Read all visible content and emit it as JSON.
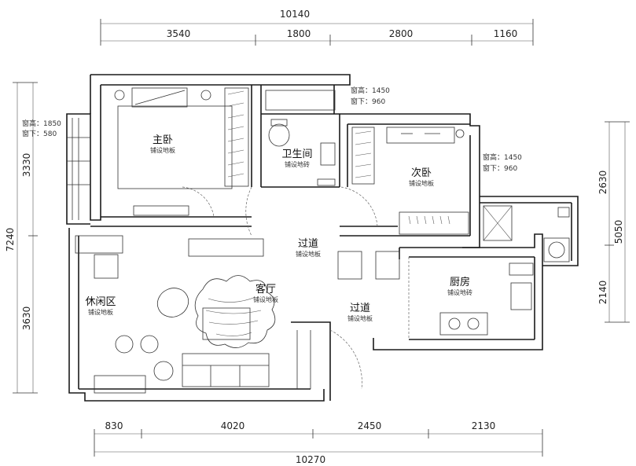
{
  "dimensions": {
    "top_total": "10140",
    "top": [
      "3540",
      "1800",
      "2800",
      "1160"
    ],
    "bottom_total": "10270",
    "bottom": [
      "830",
      "4020",
      "2450",
      "2130"
    ],
    "left_total": "7240",
    "left": [
      "3330",
      "3630"
    ],
    "right_total": "5050",
    "right": [
      "2630",
      "2140"
    ]
  },
  "windows": {
    "left_master": {
      "height": "窗高：1850",
      "sill": "窗下：580"
    },
    "bathroom": {
      "height": "窗高：1450",
      "sill": "窗下：960"
    },
    "second_bedroom": {
      "height": "窗高：1450",
      "sill": "窗下：960"
    }
  },
  "rooms": {
    "master_bedroom": {
      "name": "主卧",
      "floor": "铺设地板"
    },
    "bathroom": {
      "name": "卫生间",
      "floor": "铺设地砖"
    },
    "second_bedroom": {
      "name": "次卧",
      "floor": "铺设地板"
    },
    "corridor_upper": {
      "name": "过道",
      "floor": "铺设地板"
    },
    "living_room": {
      "name": "客厅",
      "floor": "铺设地板"
    },
    "leisure_area": {
      "name": "休闲区",
      "floor": "铺设地板"
    },
    "corridor_lower": {
      "name": "过道",
      "floor": "铺设地板"
    },
    "kitchen": {
      "name": "厨房",
      "floor": "铺设地砖"
    }
  }
}
